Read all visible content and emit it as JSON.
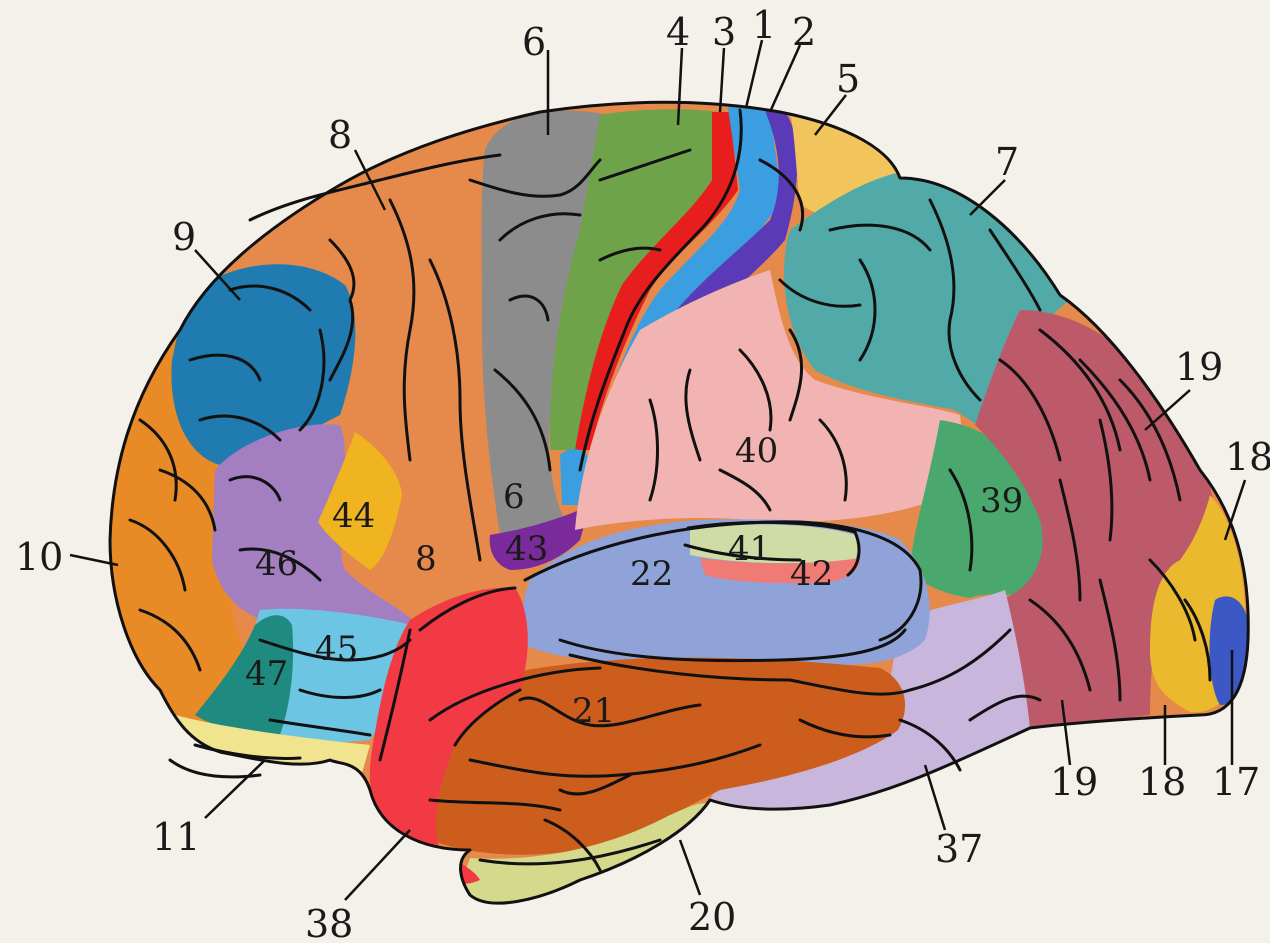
{
  "colors": {
    "background": "#f4f1ea",
    "area_1": "#3a9ee0",
    "area_2": "#5b3ab8",
    "area_3": "#e81d1d",
    "area_4": "#6fa34a",
    "area_5": "#f2c45c",
    "area_6": "#8d8c8c",
    "area_7": "#52aaa8",
    "area_8": "#e58a4b",
    "area_9": "#1f7bb0",
    "area_10": "#e88b26",
    "area_11": "#f0e48e",
    "area_17": "#3c58c4",
    "area_18": "#eab92e",
    "area_19": "#bd5a6a",
    "area_20": "#d4d98c",
    "area_21": "#cc5d1c",
    "area_22": "#8fa3d8",
    "area_37": "#c8b6dc",
    "area_38": "#f23a44",
    "area_39": "#4aa86e",
    "area_40": "#f2b4b2",
    "area_41": "#cfdca6",
    "area_42": "#f07a74",
    "area_43": "#7a2a9a",
    "area_44": "#efb41f",
    "area_45": "#6cc5e2",
    "area_46": "#a37ec0",
    "area_47": "#1f8a80"
  },
  "labels": {
    "a1": "1",
    "a2": "2",
    "a3": "3",
    "a4": "4",
    "a5": "5",
    "a6_top": "6",
    "a6_inner": "6",
    "a7": "7",
    "a8_top": "8",
    "a8_inner": "8",
    "a9": "9",
    "a10": "10",
    "a11": "11",
    "a17": "17",
    "a18_upper": "18",
    "a18_lower": "18",
    "a19_upper": "19",
    "a19_lower": "19",
    "a20": "20",
    "a21": "21",
    "a22": "22",
    "a37": "37",
    "a38": "38",
    "a39": "39",
    "a40": "40",
    "a41": "41",
    "a42": "42",
    "a43": "43",
    "a44": "44",
    "a45": "45",
    "a46": "46",
    "a47": "47"
  }
}
